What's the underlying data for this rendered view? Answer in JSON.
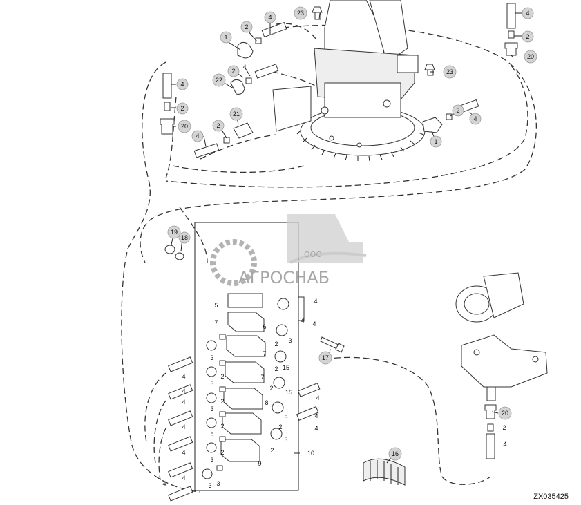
{
  "drawing_id": "ZX035425",
  "watermark": {
    "prefix": "ООО",
    "name": "АГРОСНАБ"
  },
  "callouts": [
    {
      "id": "c1",
      "label": "4"
    },
    {
      "id": "c2",
      "label": "2"
    },
    {
      "id": "c3",
      "label": "1"
    },
    {
      "id": "c4",
      "label": "23"
    },
    {
      "id": "c5",
      "label": "4"
    },
    {
      "id": "c6",
      "label": "2"
    },
    {
      "id": "c7",
      "label": "20"
    },
    {
      "id": "c8",
      "label": "2"
    },
    {
      "id": "c9",
      "label": "4"
    },
    {
      "id": "c10",
      "label": "22"
    },
    {
      "id": "c11",
      "label": "23"
    },
    {
      "id": "c12",
      "label": "4"
    },
    {
      "id": "c13",
      "label": "2"
    },
    {
      "id": "c14",
      "label": "20"
    },
    {
      "id": "c15",
      "label": "21"
    },
    {
      "id": "c16",
      "label": "2"
    },
    {
      "id": "c17",
      "label": "4"
    },
    {
      "id": "c18",
      "label": "2"
    },
    {
      "id": "c19",
      "label": "4"
    },
    {
      "id": "c20",
      "label": "1"
    },
    {
      "id": "c21",
      "label": "19"
    },
    {
      "id": "c22",
      "label": "18"
    },
    {
      "id": "c23",
      "label": "17"
    },
    {
      "id": "c24",
      "label": "20"
    },
    {
      "id": "c25",
      "label": "16"
    }
  ],
  "labels": [
    {
      "id": "l1",
      "label": "4"
    },
    {
      "id": "l2",
      "label": "5"
    },
    {
      "id": "l3",
      "label": "4"
    },
    {
      "id": "l4",
      "label": "7"
    },
    {
      "id": "l5",
      "label": "6"
    },
    {
      "id": "l6",
      "label": "3"
    },
    {
      "id": "l7",
      "label": "4"
    },
    {
      "id": "l8",
      "label": "2"
    },
    {
      "id": "l9",
      "label": "3"
    },
    {
      "id": "l10",
      "label": "2"
    },
    {
      "id": "l11",
      "label": "7"
    },
    {
      "id": "l12",
      "label": "15"
    },
    {
      "id": "l13",
      "label": "4"
    },
    {
      "id": "l14",
      "label": "3"
    },
    {
      "id": "l15",
      "label": "7"
    },
    {
      "id": "l16",
      "label": "2"
    },
    {
      "id": "l17",
      "label": "4"
    },
    {
      "id": "l18",
      "label": "2"
    },
    {
      "id": "l19",
      "label": "3"
    },
    {
      "id": "l20",
      "label": "15"
    },
    {
      "id": "l21",
      "label": "4"
    },
    {
      "id": "l22",
      "label": "2"
    },
    {
      "id": "l23",
      "label": "8"
    },
    {
      "id": "l24",
      "label": "3"
    },
    {
      "id": "l25",
      "label": "4"
    },
    {
      "id": "l26",
      "label": "3"
    },
    {
      "id": "l27",
      "label": "2"
    },
    {
      "id": "l28",
      "label": "3"
    },
    {
      "id": "l29",
      "label": "4"
    },
    {
      "id": "l30",
      "label": "3"
    },
    {
      "id": "l31",
      "label": "2"
    },
    {
      "id": "l32",
      "label": "4"
    },
    {
      "id": "l33",
      "label": "2"
    },
    {
      "id": "l34",
      "label": "10"
    },
    {
      "id": "l35",
      "label": "3"
    },
    {
      "id": "l36",
      "label": "9"
    },
    {
      "id": "l37",
      "label": "4"
    },
    {
      "id": "l38",
      "label": "3"
    },
    {
      "id": "l39",
      "label": "4"
    },
    {
      "id": "l40",
      "label": "2"
    },
    {
      "id": "l41",
      "label": "4"
    },
    {
      "id": "l42",
      "label": "4"
    },
    {
      "id": "l43",
      "label": "2"
    },
    {
      "id": "l44",
      "label": "4"
    }
  ]
}
